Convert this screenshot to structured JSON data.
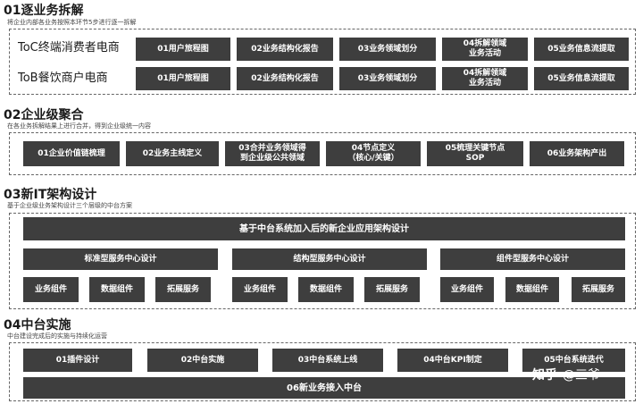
{
  "sections": [
    {
      "title": "01逐业务拆解",
      "subtitle": "将企业内部各业务按照本环节5步进行逐一拆解"
    },
    {
      "title": "02企业级聚合",
      "subtitle": "在各业务拆解结果上进行合并，得到企业级统一内容"
    },
    {
      "title": "03新IT架构设计",
      "subtitle": "基于企业级业务架构设计三个层级的中台方案"
    },
    {
      "title": "04中台实施",
      "subtitle": "中台建设完成后的实施与持续化运营"
    }
  ],
  "s1": {
    "rows": [
      {
        "label": "ToC终端消费者电商",
        "steps": [
          "01用户旅程图",
          "02业务结构化报告",
          "03业务领域划分",
          "04拆解领域\n业务活动",
          "05业务信息流提取"
        ]
      },
      {
        "label": "ToB餐饮商户电商",
        "steps": [
          "01用户旅程图",
          "02业务结构化报告",
          "03业务领域划分",
          "04拆解领域\n业务活动",
          "05业务信息流提取"
        ]
      }
    ]
  },
  "s2": {
    "steps": [
      "01企业价值链梳理",
      "02业务主线定义",
      "03合并业务领域得\n到企业级公共领域",
      "04节点定义\n（核心/关键）",
      "05梳理关键节点\nSOP",
      "06业务架构产出"
    ]
  },
  "s3": {
    "top": "基于中台系统加入后的新企业应用架构设计",
    "groups": [
      {
        "title": "标准型服务中心设计",
        "items": [
          "业务组件",
          "数据组件",
          "拓展服务"
        ]
      },
      {
        "title": "结构型服务中心设计",
        "items": [
          "业务组件",
          "数据组件",
          "拓展服务"
        ]
      },
      {
        "title": "组件型服务中心设计",
        "items": [
          "业务组件",
          "数据组件",
          "拓展服务"
        ]
      }
    ]
  },
  "s4": {
    "steps": [
      "01插件设计",
      "02中台实施",
      "03中台系统上线",
      "04中台KPI制定",
      "05中台系统迭代"
    ],
    "bottom": "06新业务接入中台"
  },
  "watermark": {
    "logo": "知乎",
    "handle": "@三爷"
  }
}
